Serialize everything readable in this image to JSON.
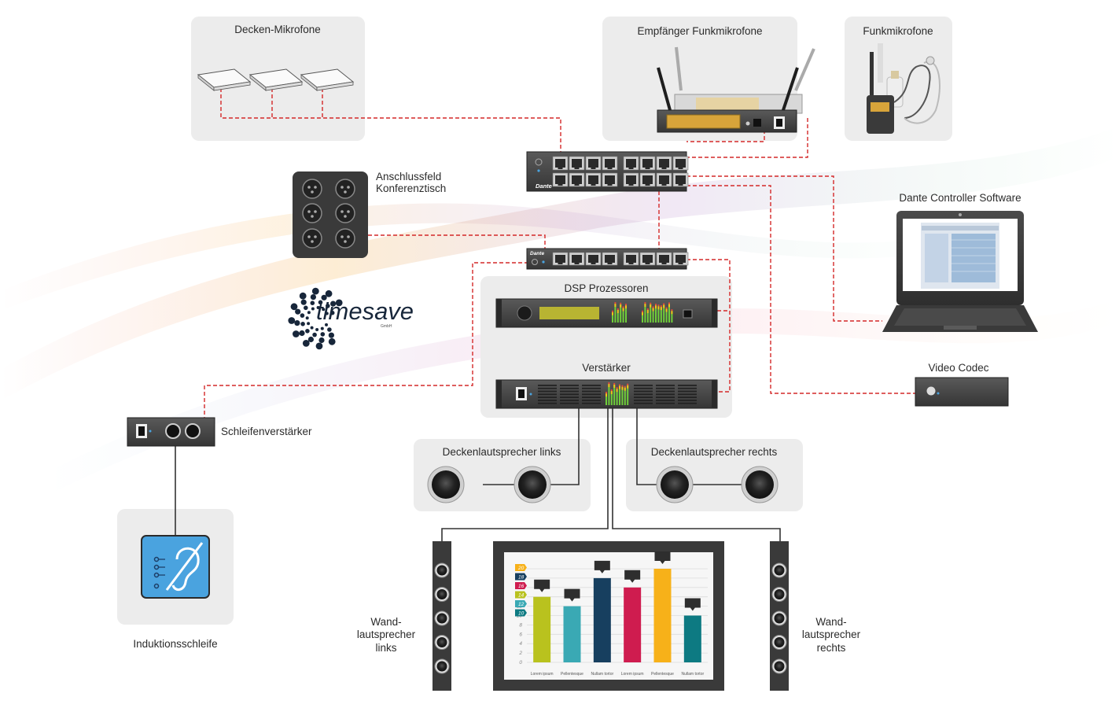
{
  "labels": {
    "ceiling_mics": "Decken-Mikrofone",
    "wireless_receiver": "Empfänger Funkmikrofone",
    "wireless_mics": "Funkmikrofone",
    "panel_line1": "Anschlussfeld",
    "panel_line2": "Konferenztisch",
    "dante_software": "Dante Controller Software",
    "dsp": "DSP Prozessoren",
    "amplifier": "Verstärker",
    "video_codec": "Video Codec",
    "loop_amp": "Schleifenverstärker",
    "speakers_left": "Deckenlautsprecher links",
    "speakers_right": "Deckenlautsprecher rechts",
    "induction_loop": "Induktionsschleife",
    "wall_left": [
      "Wand-",
      "lautsprecher",
      "links"
    ],
    "wall_right": [
      "Wand-",
      "lautsprecher",
      "rechts"
    ]
  },
  "switch_brand": "Dante",
  "logo": {
    "name": "timesave",
    "suffix": "GmbH"
  },
  "colors": {
    "panel_bg": "#ececec",
    "cable_network": "#d42828",
    "cable_audio": "#333333",
    "device_dark": "#3c3c3c",
    "loop_blue": "#4aa3df"
  },
  "chart_data": {
    "type": "bar",
    "categories": [
      "Lorem ipsum",
      "Pellentesque",
      "Nullam tortor",
      "Lorem ipsum",
      "Pellentesque",
      "Nullam tortor"
    ],
    "values": [
      14,
      12,
      18,
      16,
      20,
      10
    ],
    "bar_colors": [
      "#b9c21e",
      "#3aa9b4",
      "#173f5f",
      "#cf1c4f",
      "#f7b119",
      "#0d7a82"
    ],
    "y_ticks": [
      "0",
      "2",
      "4",
      "6",
      "8",
      "10",
      "12",
      "14",
      "16",
      "18",
      "20"
    ],
    "ylim": [
      0,
      20
    ],
    "legend_badges": [
      {
        "text": "20",
        "color": "#f7b119"
      },
      {
        "text": "18",
        "color": "#173f5f"
      },
      {
        "text": "16",
        "color": "#cf1c4f"
      },
      {
        "text": "14",
        "color": "#b9c21e"
      },
      {
        "text": "12",
        "color": "#3aa9b4"
      },
      {
        "text": "10",
        "color": "#0d7a82"
      }
    ]
  }
}
